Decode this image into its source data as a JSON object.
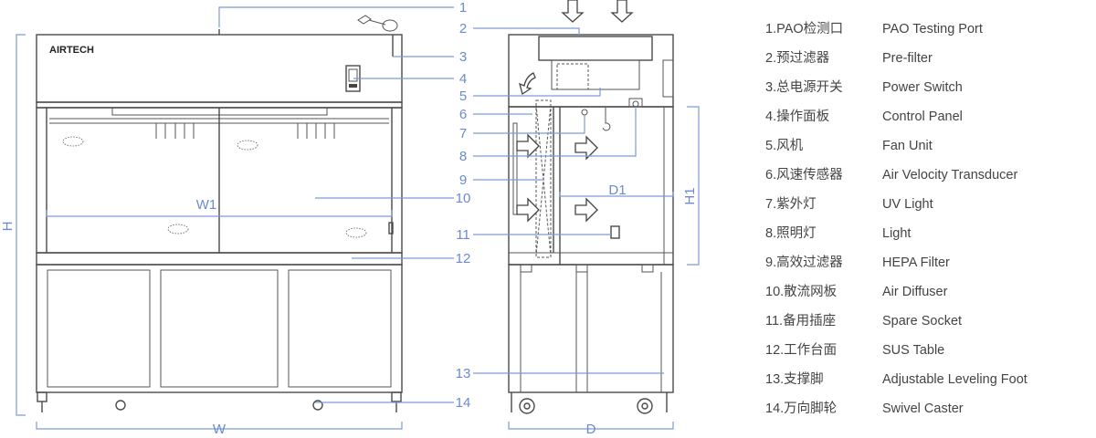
{
  "brand": "AIRTECH",
  "dimensions": {
    "H": "H",
    "W": "W",
    "W1": "W1",
    "D": "D",
    "D1": "D1",
    "H1": "H1"
  },
  "callouts": [
    "1",
    "2",
    "3",
    "4",
    "5",
    "6",
    "7",
    "8",
    "9",
    "10",
    "11",
    "12",
    "13",
    "14"
  ],
  "legend": [
    {
      "zh": "1.PAO检测口",
      "en": "PAO Testing Port"
    },
    {
      "zh": "2.预过滤器",
      "en": "Pre-filter"
    },
    {
      "zh": "3.总电源开关",
      "en": "Power Switch"
    },
    {
      "zh": "4.操作面板",
      "en": "Control Panel"
    },
    {
      "zh": "5.风机",
      "en": "Fan Unit"
    },
    {
      "zh": "6.风速传感器",
      "en": "Air Velocity Transducer"
    },
    {
      "zh": "7.紫外灯",
      "en": "UV Light"
    },
    {
      "zh": "8.照明灯",
      "en": "Light"
    },
    {
      "zh": "9.高效过滤器",
      "en": "HEPA Filter"
    },
    {
      "zh": "10.散流网板",
      "en": "Air Diffuser"
    },
    {
      "zh": "11.备用插座",
      "en": "Spare Socket"
    },
    {
      "zh": "12.工作台面",
      "en": "SUS Table"
    },
    {
      "zh": "13.支撑脚",
      "en": "Adjustable Leveling Foot"
    },
    {
      "zh": "14.万向脚轮",
      "en": "Swivel Caster"
    }
  ]
}
